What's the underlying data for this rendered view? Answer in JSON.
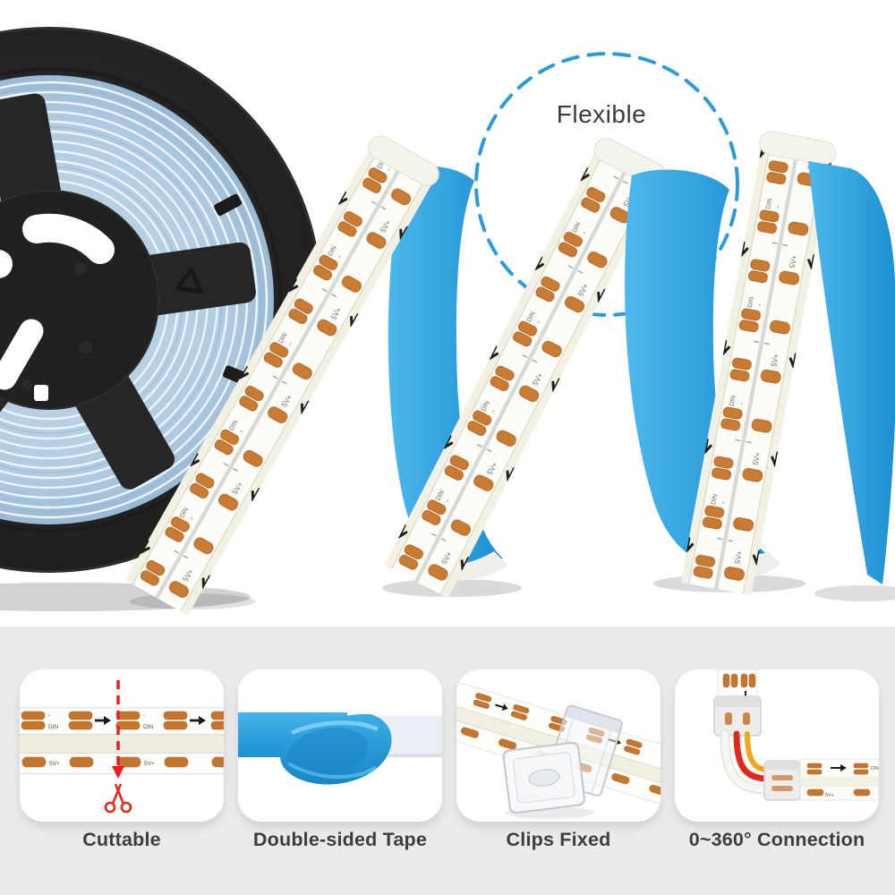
{
  "scene": {
    "flexible_label": "Flexible"
  },
  "strip": {
    "power_marking": "5V+",
    "data_marking": "DIN",
    "minus_marking": "-"
  },
  "features": [
    {
      "id": "cuttable",
      "label": "Cuttable"
    },
    {
      "id": "double-sided-tape",
      "label": "Double-sided Tape"
    },
    {
      "id": "clips-fixed",
      "label": "Clips Fixed"
    },
    {
      "id": "connection",
      "label": "0~360° Connection"
    }
  ],
  "colors": {
    "tape_blue": "#2ba3e0",
    "pad_copper": "#c97a33",
    "dashed_circle_blue": "#2b9cd8",
    "cut_red": "#ee1d23",
    "section_background": "#e9eaea"
  }
}
